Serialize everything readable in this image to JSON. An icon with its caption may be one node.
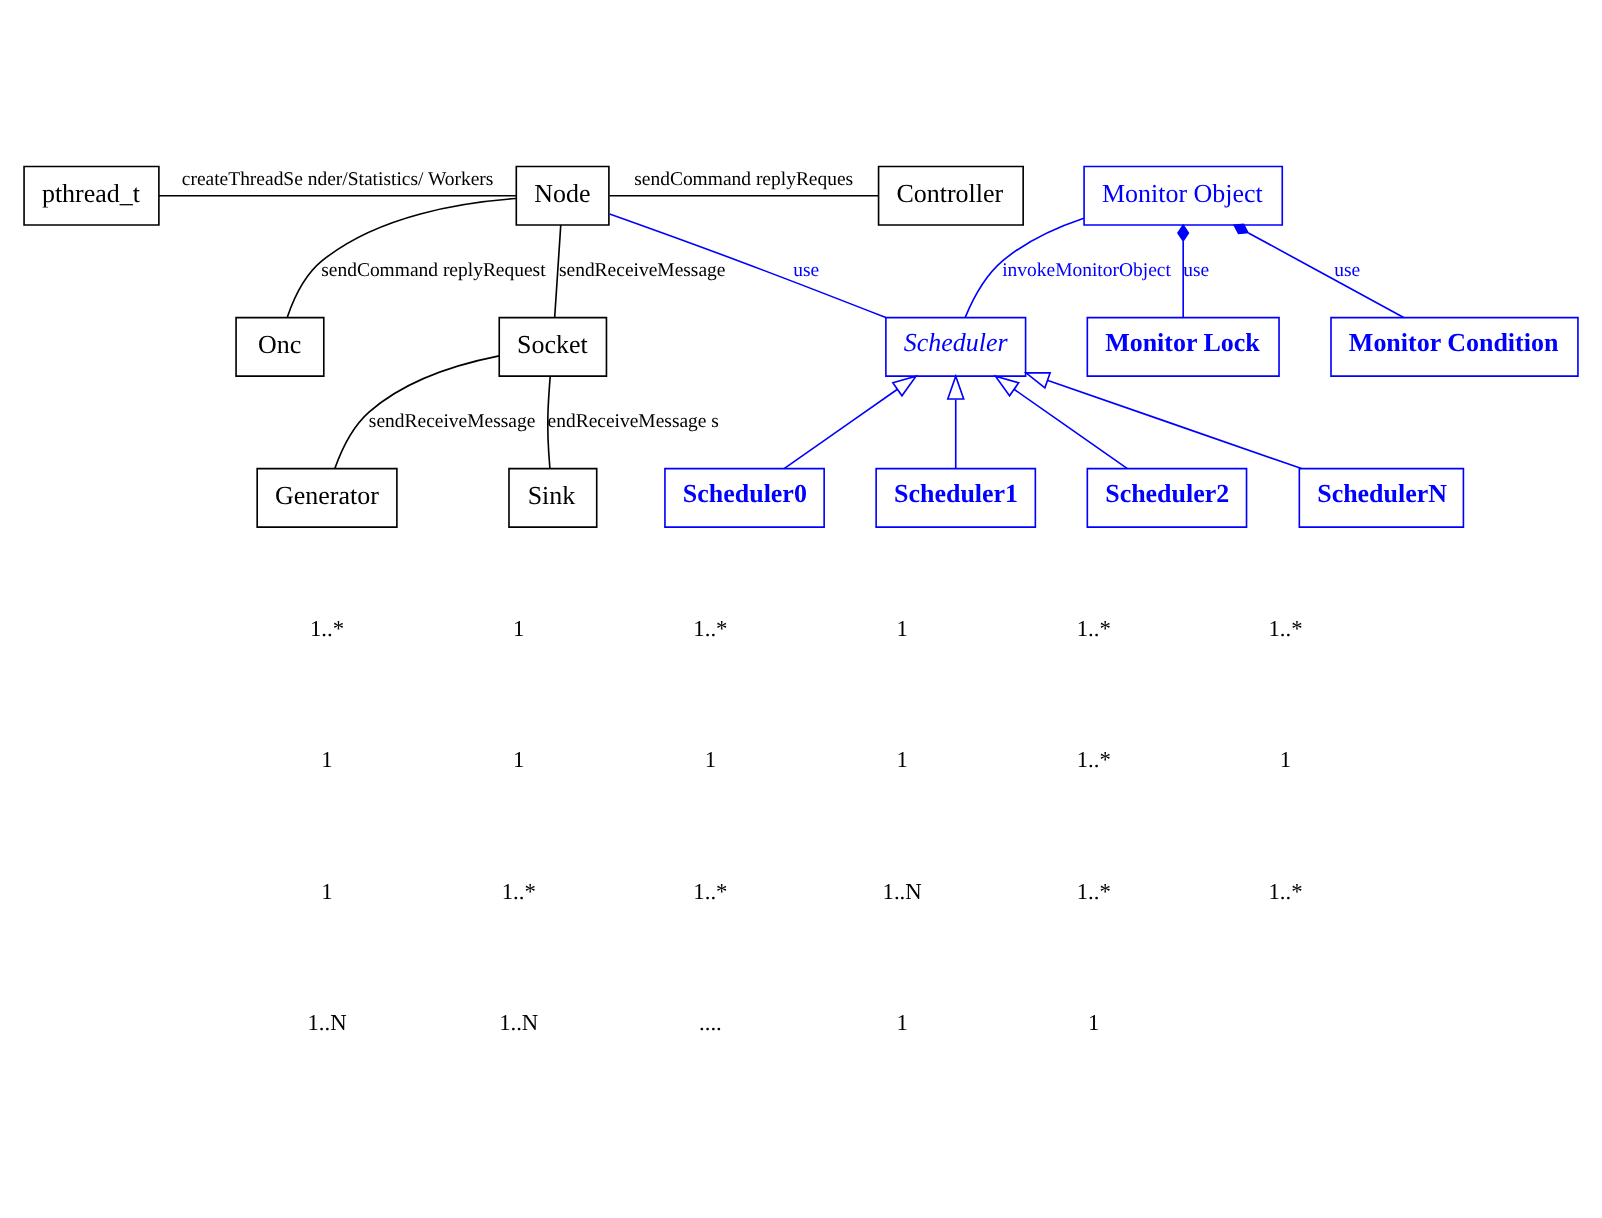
{
  "diagram": {
    "nodes": [
      {
        "text": [
          "pthread_t"
        ]
      },
      {
        "text": [
          "Node"
        ]
      },
      {
        "text": [
          "Controller"
        ]
      },
      {
        "text": [
          "Onc"
        ]
      },
      {
        "text": [
          "Socket"
        ]
      },
      {
        "text": [
          "Monitor Object"
        ]
      },
      {
        "text": [
          "Scheduler"
        ]
      },
      {
        "text": [
          "Monitor Lock"
        ]
      },
      {
        "text": [
          "Monitor Condition"
        ]
      },
      {
        "text": [
          "Scheduler0"
        ]
      },
      {
        "text": [
          "Scheduler1"
        ]
      },
      {
        "text": [
          "Scheduler2"
        ]
      },
      {
        "text": [
          "SchedulerN"
        ]
      },
      {
        "text": [
          "Generator"
        ]
      },
      {
        "text": [
          "Sink"
        ]
      }
    ],
    "edges": [
      {
        "from": 0,
        "to": 1,
        "arrow": "none",
        "label": "createThreadSe nder/Statistics/ Workers",
        "color": "#000000"
      },
      {
        "from": 1,
        "to": 2,
        "arrow": "none",
        "label": "sendCommand replyReques",
        "color": "#000000"
      },
      {
        "from": 1,
        "to": 3,
        "arrow": "none",
        "label": "sendCommand replyRequest",
        "color": "#000000"
      },
      {
        "from": 1,
        "to": 4,
        "arrow": "none",
        "label": "sendReceiveMessage",
        "color": "#000000"
      },
      {
        "from": 1,
        "to": 6,
        "arrow": "none",
        "label": "use"
      },
      {
        "from": 5,
        "to": 6,
        "arrow": "none",
        "label": "invokeMonitorObject"
      },
      {
        "from": 5,
        "to": 7,
        "arrow": "other",
        "label": "use"
      },
      {
        "from": 5,
        "to": 8,
        "arrow": "other",
        "label": "use"
      },
      {
        "from": 9,
        "to": 6,
        "arrow": "to"
      },
      {
        "from": 10,
        "to": 6,
        "arrow": "to"
      },
      {
        "from": 11,
        "to": 6,
        "arrow": "to"
      },
      {
        "from": 12,
        "to": 6,
        "arrow": "to"
      },
      {
        "from": 4,
        "to": 13,
        "arrow": "none",
        "label": "sendReceiveMessage",
        "color": "#000000"
      },
      {
        "from": 4,
        "to": 14,
        "arrow": "none",
        "label": "endReceiveMessage s",
        "color": "#000000"
      }
    ],
    "labels": [
      "1..*",
      "1",
      "1..*",
      "1",
      "1..*",
      "1..*",
      "1",
      "1",
      "1",
      "1",
      "1..*",
      "1",
      "1",
      "1..*",
      "1..*",
      "1..N",
      "1..*",
      "1..*",
      "1..N",
      "1..N",
      "....",
      "1",
      "1"
    ]
  }
}
